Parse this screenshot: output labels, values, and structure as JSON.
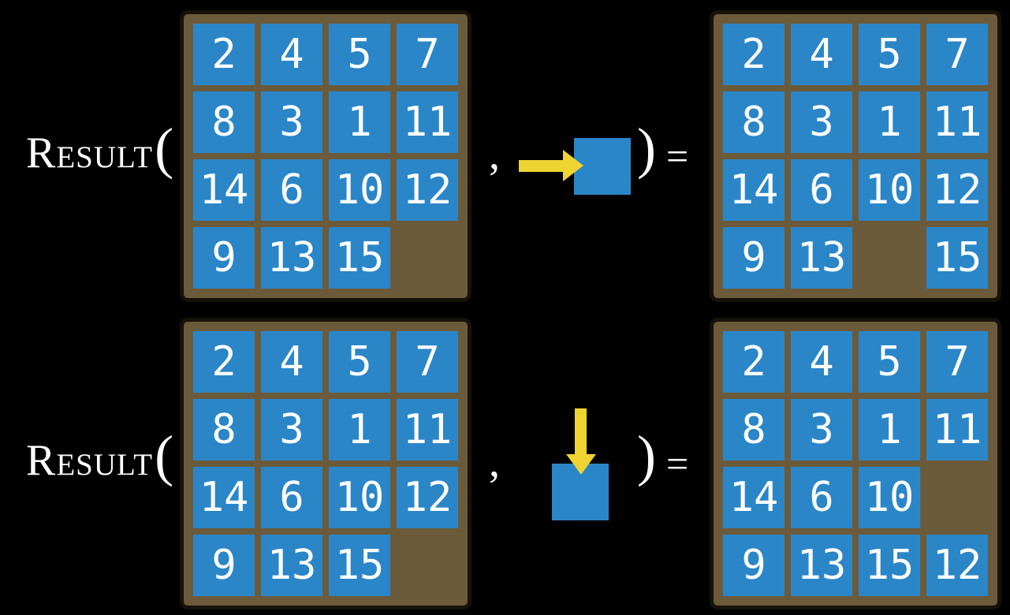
{
  "labels": {
    "function_name": "Result",
    "open_paren": "(",
    "comma": ",",
    "close_paren": ")",
    "equals": "="
  },
  "colors": {
    "background": "#000000",
    "tile_blue": "#2b86c8",
    "board_brown": "#6b5b3b",
    "board_border": "#171209",
    "arrow_yellow": "#eed331",
    "text_white": "#ffffff"
  },
  "rows": [
    {
      "name": "slide-right-example",
      "action_direction": "right",
      "input_grid": [
        [
          "2",
          "4",
          "5",
          "7"
        ],
        [
          "8",
          "3",
          "1",
          "11"
        ],
        [
          "14",
          "6",
          "10",
          "12"
        ],
        [
          "9",
          "13",
          "15",
          ""
        ]
      ],
      "output_grid": [
        [
          "2",
          "4",
          "5",
          "7"
        ],
        [
          "8",
          "3",
          "1",
          "11"
        ],
        [
          "14",
          "6",
          "10",
          "12"
        ],
        [
          "9",
          "13",
          "",
          "15"
        ]
      ]
    },
    {
      "name": "slide-down-example",
      "action_direction": "down",
      "input_grid": [
        [
          "2",
          "4",
          "5",
          "7"
        ],
        [
          "8",
          "3",
          "1",
          "11"
        ],
        [
          "14",
          "6",
          "10",
          "12"
        ],
        [
          "9",
          "13",
          "15",
          ""
        ]
      ],
      "output_grid": [
        [
          "2",
          "4",
          "5",
          "7"
        ],
        [
          "8",
          "3",
          "1",
          "11"
        ],
        [
          "14",
          "6",
          "10",
          ""
        ],
        [
          "9",
          "13",
          "15",
          "12"
        ]
      ]
    }
  ]
}
